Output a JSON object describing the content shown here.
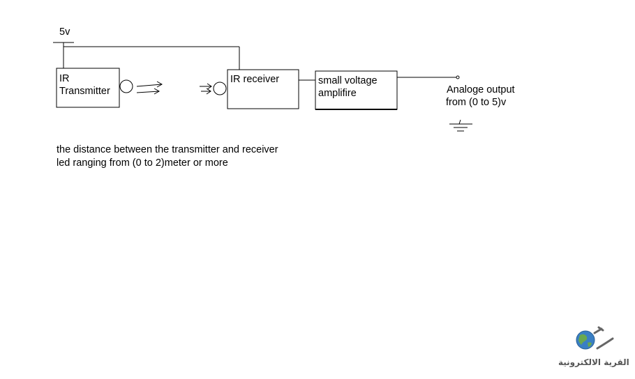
{
  "diagram": {
    "supply_label": "5v",
    "blocks": [
      {
        "id": "transmitter",
        "line1": "IR",
        "line2": "Transmitter"
      },
      {
        "id": "receiver",
        "line1": "IR receiver"
      },
      {
        "id": "amplifier",
        "line1": "small voltage",
        "line2": "amplifire"
      }
    ],
    "output_label": {
      "line1": "Analoge output",
      "line2": "from (0 to 5)v"
    },
    "note": {
      "line1": "the distance between the transmitter and receiver",
      "line2": "led ranging from (0 to 2)meter or more"
    },
    "watermark": {
      "text": "القرية الالكترونية"
    },
    "colors": {
      "line": "#000000",
      "background": "#ffffff",
      "globe": "#3a7fc4",
      "land": "#6aa84f"
    }
  }
}
